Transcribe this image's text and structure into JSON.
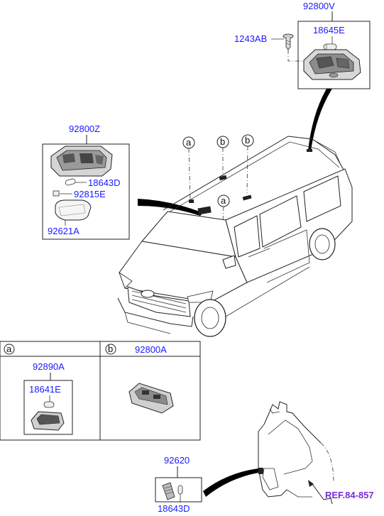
{
  "labels": {
    "assy_rear": "92800V",
    "screw": "1243AB",
    "bulb_rear": "18645E",
    "assy_front": "92800Z",
    "bulb_front": "18643D",
    "holder_front": "92815E",
    "lens_front": "92621A",
    "lamp_a": "92890A",
    "bulb_a": "18641E",
    "lamp_b": "92800A",
    "lamp_side": "92620",
    "bulb_side": "18643D",
    "ref": "REF.84-857"
  },
  "callouts": {
    "a": "a",
    "b": "b"
  },
  "colors": {
    "part_label": "#1a1aff",
    "ref_label": "#7a2cd6",
    "line": "#222222"
  }
}
